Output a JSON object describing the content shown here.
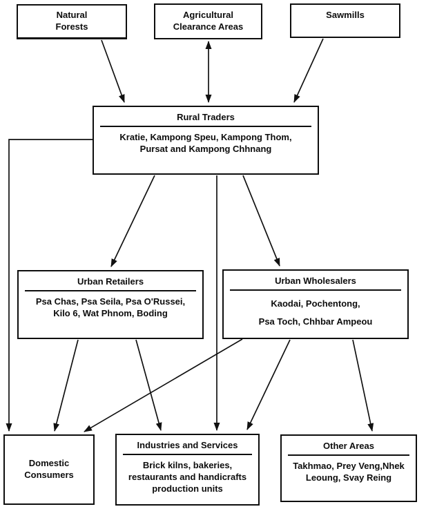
{
  "diagram": {
    "type": "flowchart",
    "colors": {
      "ink": "#0d0d0d",
      "paper": "#ffffff"
    },
    "nodes": {
      "natural_forests": {
        "lines": [
          "Natural",
          "Forests"
        ]
      },
      "agricultural_clearance": {
        "lines": [
          "Agricultural",
          "Clearance Areas"
        ]
      },
      "sawmills": {
        "lines": [
          "Sawmills"
        ]
      },
      "rural_traders": {
        "title": "Rural Traders",
        "lines": [
          "Kratie, Kampong Speu, Kampong Thom,",
          "Pursat and Kampong Chhnang"
        ]
      },
      "urban_retailers": {
        "title": "Urban Retailers",
        "lines": [
          "Psa Chas, Psa Seila, Psa O'Russei,",
          "Kilo 6, Wat Phnom, Boding"
        ]
      },
      "urban_wholesalers": {
        "title": "Urban Wholesalers",
        "lines": [
          "Kaodai, Pochentong,",
          "Psa Toch, Chhbar Ampeou"
        ]
      },
      "domestic_consumers": {
        "lines": [
          "Domestic",
          "Consumers"
        ]
      },
      "industries_services": {
        "title": "Industries and Services",
        "lines": [
          "Brick kilns, bakeries,",
          "restaurants and handicrafts",
          "production units"
        ]
      },
      "other_areas": {
        "title": "Other Areas",
        "lines": [
          "Takhmao, Prey Veng,Nhek",
          "Leoung, Svay Reing"
        ]
      }
    },
    "edges": [
      {
        "from": "natural_forests",
        "to": "rural_traders",
        "direction": "one-way"
      },
      {
        "from": "agricultural_clearance",
        "to": "rural_traders",
        "direction": "two-way"
      },
      {
        "from": "sawmills",
        "to": "rural_traders",
        "direction": "one-way"
      },
      {
        "from": "rural_traders",
        "to": "urban_retailers",
        "direction": "one-way"
      },
      {
        "from": "rural_traders",
        "to": "urban_wholesalers",
        "direction": "one-way"
      },
      {
        "from": "rural_traders",
        "to": "industries_services",
        "direction": "one-way"
      },
      {
        "from": "rural_traders",
        "to": "domestic_consumers",
        "direction": "one-way"
      },
      {
        "from": "urban_retailers",
        "to": "domestic_consumers",
        "direction": "one-way"
      },
      {
        "from": "urban_retailers",
        "to": "industries_services",
        "direction": "one-way"
      },
      {
        "from": "urban_wholesalers",
        "to": "domestic_consumers",
        "direction": "one-way"
      },
      {
        "from": "urban_wholesalers",
        "to": "industries_services",
        "direction": "one-way"
      },
      {
        "from": "urban_wholesalers",
        "to": "other_areas",
        "direction": "one-way"
      }
    ]
  }
}
